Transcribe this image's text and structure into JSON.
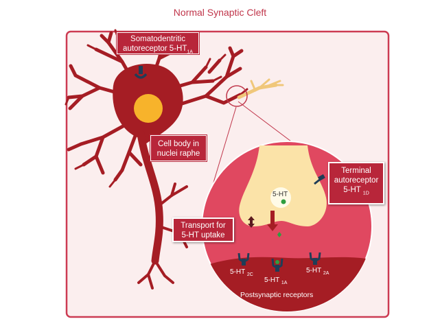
{
  "title": "Normal Synaptic Cleft",
  "labels": {
    "somatodendritic_line1": "Somatodentritic",
    "somatodendritic_line2": "autoreceptor  5-HT",
    "somatodendritic_sub": "1A",
    "cell_body_line1": "Cell body in",
    "cell_body_line2": "nuclei raphe",
    "terminal_line1": "Terminal",
    "terminal_line2": "autoreceptor",
    "terminal_line3": "5-HT",
    "terminal_sub": "1D",
    "transport_line1": "Transport  for",
    "transport_line2": "5-HT  uptake",
    "vesicle": "5-HT",
    "receptor_2c": "5-HT",
    "receptor_2c_sub": "2C",
    "receptor_1a": "5-HT",
    "receptor_1a_sub": "1A",
    "receptor_2a": "5-HT",
    "receptor_2a_sub": "2A",
    "postsynaptic": "Postsynaptic  receptors"
  },
  "colors": {
    "neuron": "#a51d24",
    "frame": "#cc3b52",
    "background_panel": "#fbeeee",
    "circle_fill": "#e04860",
    "terminal": "#fbe3a8",
    "nucleus": "#f7b32b",
    "receptor": "#1f3d57",
    "green": "#2e9e3f"
  }
}
